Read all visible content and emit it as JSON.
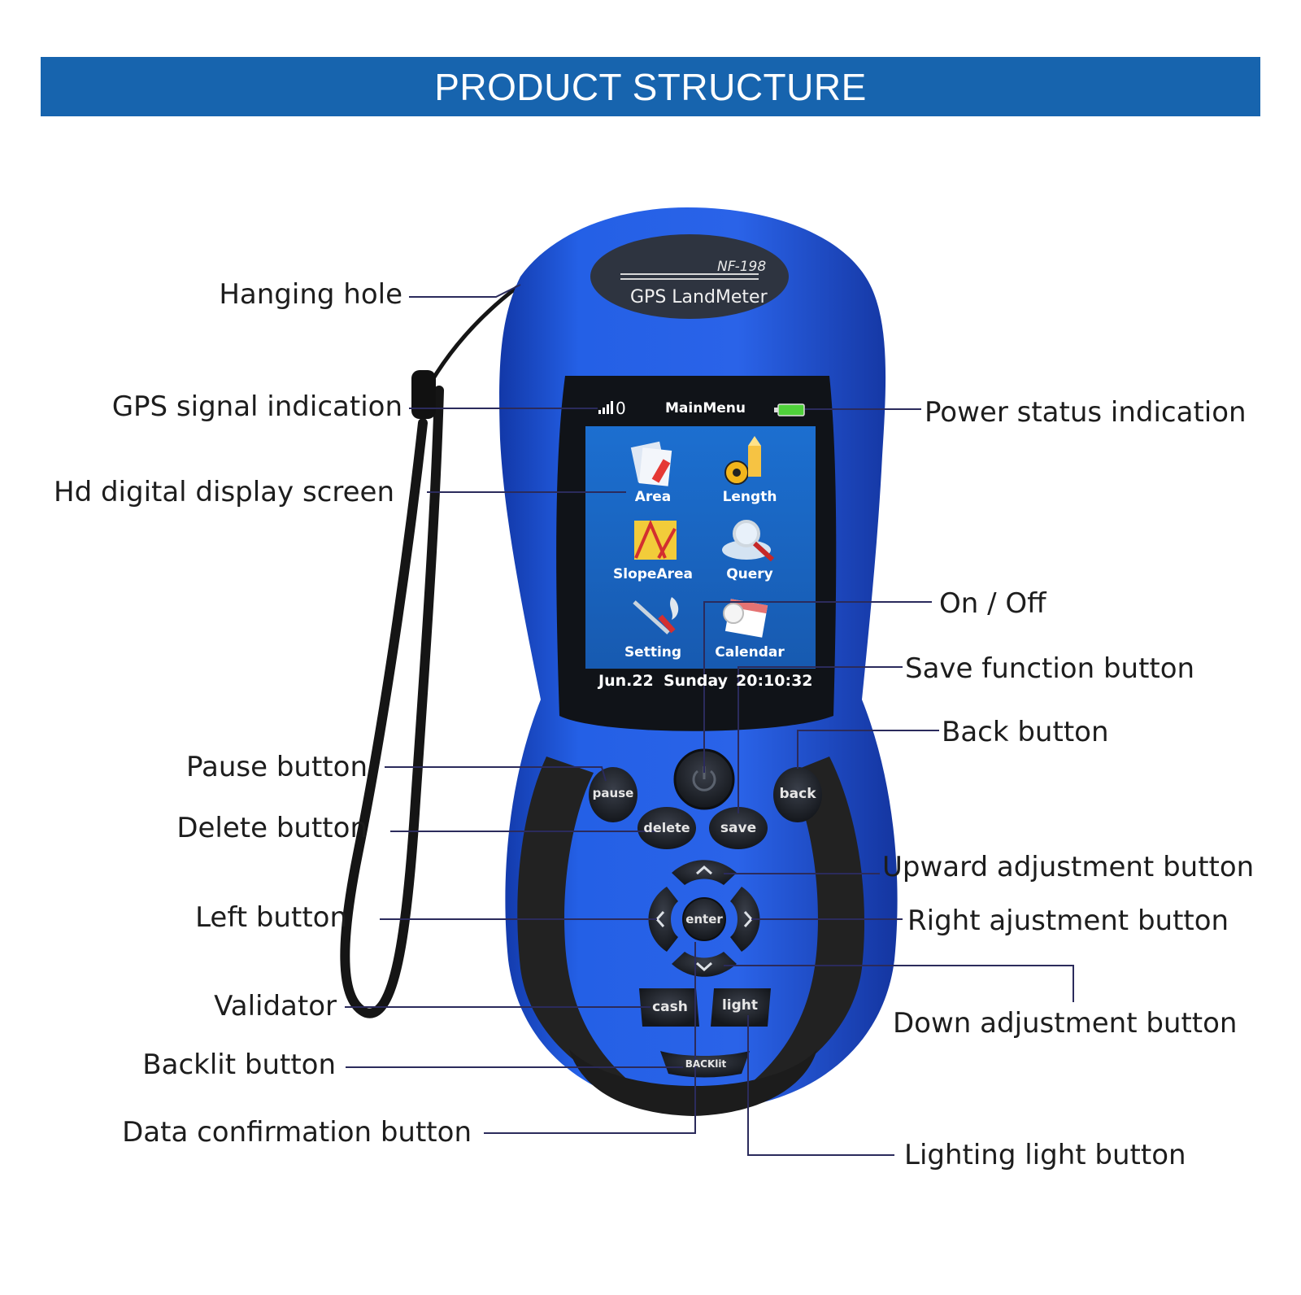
{
  "header": {
    "title": "PRODUCT STRUCTURE"
  },
  "device": {
    "model": "NF-198",
    "brand": "GPS LandMeter",
    "body_color": "#1f55d6",
    "grip_color": "#2a2a2a",
    "screen": {
      "signal": "0",
      "title": "MainMenu",
      "menu": [
        "Area",
        "Length",
        "SlopeArea",
        "Query",
        "Setting",
        "Calendar"
      ],
      "date": "Jun.22",
      "day": "Sunday",
      "time": "20:10:32"
    },
    "buttons": {
      "pause": "pause",
      "back": "back",
      "delete": "delete",
      "save": "save",
      "enter": "enter",
      "cash": "cash",
      "light": "light",
      "backlit": "BACKlit"
    }
  },
  "labels": {
    "hanging_hole": "Hanging hole",
    "gps_signal": "GPS signal indication",
    "display_screen": "Hd digital display screen",
    "power_status": "Power status indication",
    "on_off": "On / Off",
    "save_function": "Save function button",
    "back_button": "Back button",
    "pause_button": "Pause button",
    "delete_button": "Delete button",
    "upward": "Upward adjustment button",
    "left_button": "Left button",
    "right": "Right ajustment button",
    "validator": "Validator",
    "down": "Down adjustment button",
    "backlit_button": "Backlit button",
    "data_confirmation": "Data confirmation button",
    "lighting": "Lighting light button"
  }
}
